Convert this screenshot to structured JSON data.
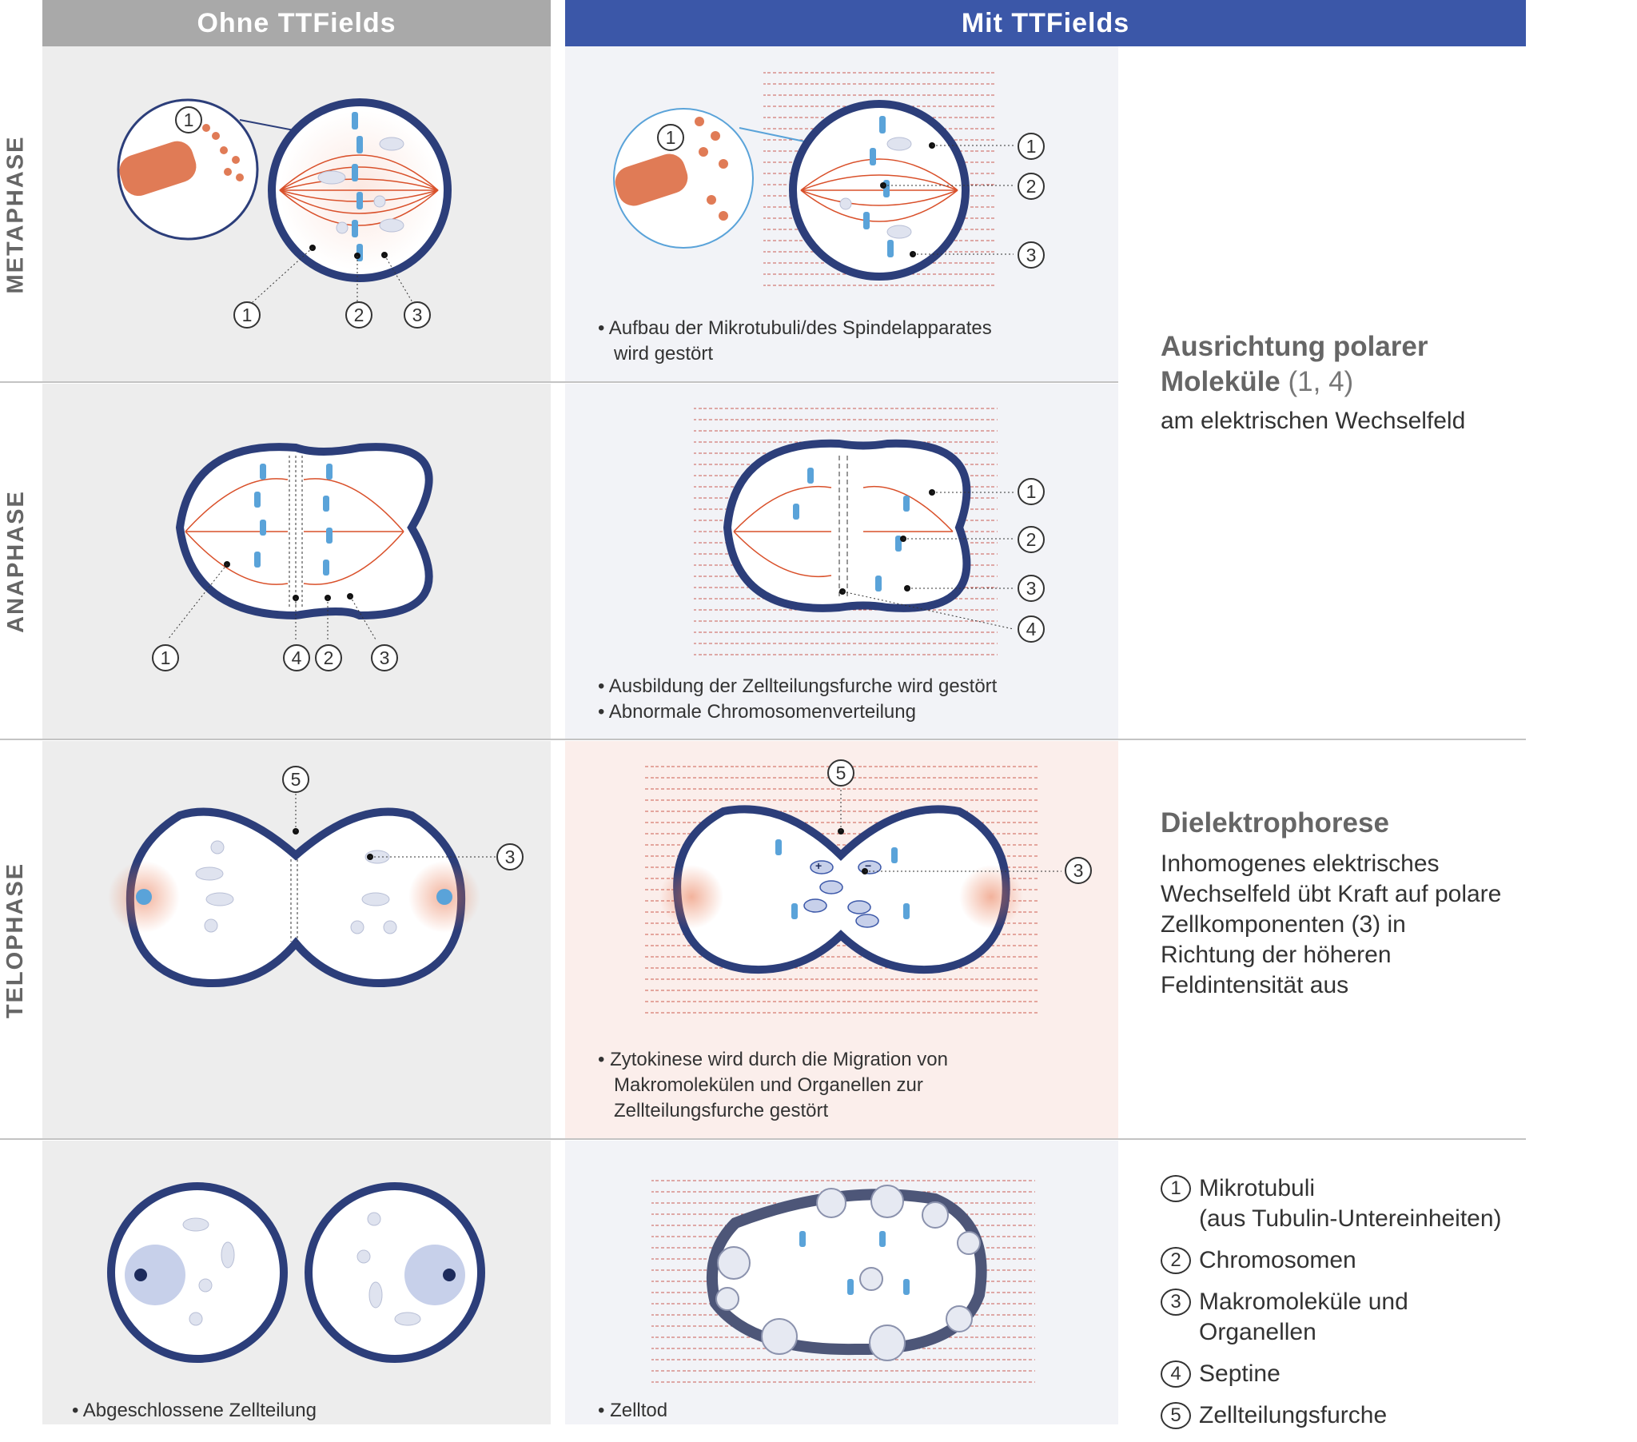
{
  "columns": {
    "without": "Ohne TTFields",
    "with": "Mit TTFields"
  },
  "rows": {
    "metaphase": "METAPHASE",
    "anaphase": "ANAPHASE",
    "telophase": "TELOPHASE"
  },
  "callouts": {
    "meta_left": [
      "1",
      "2",
      "3"
    ],
    "meta_zoom": "1",
    "meta_right": [
      "1",
      "2",
      "3"
    ],
    "ana_left": [
      "1",
      "4",
      "2",
      "3"
    ],
    "ana_right": [
      "1",
      "2",
      "3",
      "4"
    ],
    "telo_left": [
      "5",
      "3"
    ],
    "telo_right": [
      "5",
      "3"
    ]
  },
  "bullets": {
    "metaphase": [
      "Aufbau der Mikrotubuli/des Spindelapparates",
      "wird gestört"
    ],
    "anaphase": [
      "Ausbildung der Zellteilungsfurche wird gestört",
      "Abnormale Chromosomenverteilung"
    ],
    "telophase": [
      "Zytokinese wird durch die Migration von",
      "Makromolekülen und Organellen zur",
      "Zellteilungsfurche gestört"
    ],
    "final_left": "Abgeschlossene Zellteilung",
    "final_right": "Zelltod"
  },
  "side": {
    "polar_title_1": "Ausrichtung polarer",
    "polar_title_2": "Moleküle",
    "polar_ref": "(1, 4)",
    "polar_text": "am elektrischen Wechselfeld",
    "dielectro_title": "Dielektrophorese",
    "dielectro_text": [
      "Inhomogenes elektrisches",
      "Wechselfeld übt Kraft auf polare",
      "Zellkomponenten (3) in",
      "Richtung der höheren",
      "Feldintensität aus"
    ]
  },
  "legend": [
    {
      "num": "1",
      "label": "Mikrotubuli",
      "sub": "(aus Tubulin-Untereinheiten)"
    },
    {
      "num": "2",
      "label": "Chromosomen",
      "sub": ""
    },
    {
      "num": "3",
      "label": "Makromoleküle und",
      "sub": "Organellen"
    },
    {
      "num": "4",
      "label": "Septine",
      "sub": ""
    },
    {
      "num": "5",
      "label": "Zellteilungsfurche",
      "sub": ""
    }
  ],
  "charges": [
    "+",
    "−"
  ],
  "colors": {
    "header_left": "#a9a9a9",
    "header_right": "#3b57a8",
    "cell_border": "#2c3e7a",
    "spindle": "#d9502a",
    "chromosome": "#5aa3d9",
    "field_lines": "#c0392b"
  }
}
